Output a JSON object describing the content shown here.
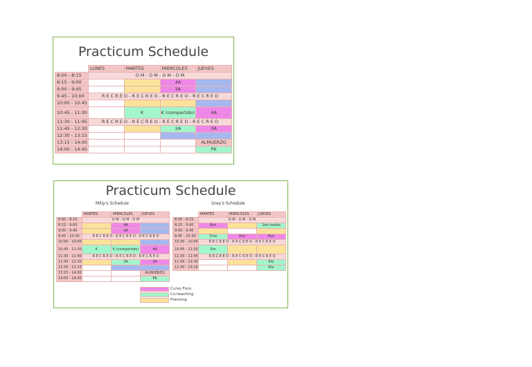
{
  "colors": {
    "header": "#f3c6c6",
    "time": "#f3c6c6",
    "recreo": "#f7d9d9",
    "magenta": "#ee88e6",
    "blue": "#a6b8f0",
    "yellow": "#fbe29a",
    "mint": "#a3f5cc",
    "almuerzo": "#f3c6c6",
    "white": "#ffffff",
    "border": "#7fb24f"
  },
  "slide1": {
    "title": "Practicum Schedule",
    "rows": [
      {
        "cells": [
          {
            "t": "",
            "c": "white",
            "cls": "blank"
          },
          {
            "t": "LUNES",
            "c": "header",
            "cls": "hdr"
          },
          {
            "t": "MARTES",
            "c": "header",
            "cls": "hdr"
          },
          {
            "t": "MIERCOLES",
            "c": "header",
            "cls": "hdr"
          },
          {
            "t": "JUEVES",
            "c": "header",
            "cls": "hdr"
          }
        ]
      },
      {
        "cells": [
          {
            "t": "8:00 - 8:15",
            "c": "time",
            "cls": "time"
          },
          {
            "t": "O M     -     O M     -     O M     -     O M",
            "c": "recreo",
            "span": 4
          }
        ]
      },
      {
        "cells": [
          {
            "t": "8:15 - 9:00",
            "c": "time",
            "cls": "time"
          },
          {
            "t": "",
            "c": "white"
          },
          {
            "t": "",
            "c": "yellow"
          },
          {
            "t": "4A",
            "c": "magenta"
          },
          {
            "t": "",
            "c": "blue"
          }
        ]
      },
      {
        "cells": [
          {
            "t": "9:00 - 9:45",
            "c": "time",
            "cls": "time"
          },
          {
            "t": "",
            "c": "white"
          },
          {
            "t": "",
            "c": "yellow"
          },
          {
            "t": "3A",
            "c": "magenta"
          },
          {
            "t": "",
            "c": "blue"
          }
        ]
      },
      {
        "cells": [
          {
            "t": "9:45 - 10:00",
            "c": "time",
            "cls": "time"
          },
          {
            "t": "R E C R E O   -   R E C R E O   -   R E C R E O   -   R E C R E O",
            "c": "recreo",
            "span": 4
          }
        ]
      },
      {
        "cells": [
          {
            "t": "10:00 - 10:45",
            "c": "time",
            "cls": "time"
          },
          {
            "t": "",
            "c": "white"
          },
          {
            "t": "",
            "c": "yellow"
          },
          {
            "t": "",
            "c": "yellow"
          },
          {
            "t": "",
            "c": "blue"
          }
        ]
      },
      {
        "tall": true,
        "cells": [
          {
            "t": "10:45 - 11:30",
            "c": "time",
            "cls": "time"
          },
          {
            "t": "",
            "c": "white"
          },
          {
            "t": "K",
            "c": "mint"
          },
          {
            "t": "K (compartido)",
            "c": "mint"
          },
          {
            "t": "4A",
            "c": "magenta"
          }
        ]
      },
      {
        "cells": [
          {
            "t": "11:30 - 11:45",
            "c": "time",
            "cls": "time"
          },
          {
            "t": "R E C R E O   -   R E C R E O   -   R E C R E O   -   R E C R E O",
            "c": "recreo",
            "span": 4
          }
        ]
      },
      {
        "cells": [
          {
            "t": "11:45 - 12:30",
            "c": "time",
            "cls": "time"
          },
          {
            "t": "",
            "c": "white"
          },
          {
            "t": "",
            "c": "yellow"
          },
          {
            "t": "2A",
            "c": "mint"
          },
          {
            "t": "3A",
            "c": "magenta"
          }
        ]
      },
      {
        "cells": [
          {
            "t": "12:30 - 13:15",
            "c": "time",
            "cls": "time"
          },
          {
            "t": "",
            "c": "white"
          },
          {
            "t": "",
            "c": "white"
          },
          {
            "t": "",
            "c": "blue"
          },
          {
            "t": "",
            "c": "blue"
          }
        ]
      },
      {
        "cells": [
          {
            "t": "13:15 - 14:00",
            "c": "time",
            "cls": "time"
          },
          {
            "t": "",
            "c": "white"
          },
          {
            "t": "",
            "c": "white"
          },
          {
            "t": "",
            "c": "white"
          },
          {
            "t": "ALMUERZO",
            "c": "almuerzo"
          }
        ]
      },
      {
        "cells": [
          {
            "t": "14:00 - 14:45",
            "c": "time",
            "cls": "time"
          },
          {
            "t": "",
            "c": "white"
          },
          {
            "t": "",
            "c": "white"
          },
          {
            "t": "",
            "c": "white"
          },
          {
            "t": "PK",
            "c": "mint"
          }
        ]
      }
    ]
  },
  "slide2": {
    "title": "Practicum Schedule",
    "milly": {
      "subtitle": "Milly's Schedule",
      "rows": [
        {
          "cells": [
            {
              "t": "",
              "c": "white",
              "cls": "blank"
            },
            {
              "t": "MARTES",
              "c": "header",
              "cls": "hdr"
            },
            {
              "t": "MIERCOLES",
              "c": "header",
              "cls": "hdr"
            },
            {
              "t": "JUEVES",
              "c": "header",
              "cls": "hdr"
            }
          ]
        },
        {
          "cells": [
            {
              "t": "8:00 - 8:15",
              "c": "time",
              "cls": "time"
            },
            {
              "t": "O M     -     O M     -     O M",
              "c": "recreo",
              "span": 3
            }
          ]
        },
        {
          "cells": [
            {
              "t": "8:15 - 9:00",
              "c": "time",
              "cls": "time"
            },
            {
              "t": "",
              "c": "yellow"
            },
            {
              "t": "4A",
              "c": "magenta"
            },
            {
              "t": "",
              "c": "blue"
            }
          ]
        },
        {
          "cells": [
            {
              "t": "9:00 - 9:45",
              "c": "time",
              "cls": "time"
            },
            {
              "t": "",
              "c": "yellow"
            },
            {
              "t": "3A",
              "c": "magenta"
            },
            {
              "t": "",
              "c": "blue"
            }
          ]
        },
        {
          "cells": [
            {
              "t": "9:45 - 10:30",
              "c": "time",
              "cls": "time"
            },
            {
              "t": "R E C R E O   -   R E C R E O   -   R E C R E O",
              "c": "recreo",
              "span": 3
            }
          ]
        },
        {
          "cells": [
            {
              "t": "10:00 - 10:45",
              "c": "time",
              "cls": "time"
            },
            {
              "t": "",
              "c": "yellow"
            },
            {
              "t": "",
              "c": "yellow"
            },
            {
              "t": "",
              "c": "blue"
            }
          ]
        },
        {
          "tall": true,
          "cells": [
            {
              "t": "10:45 - 11:30",
              "c": "time",
              "cls": "time"
            },
            {
              "t": "K",
              "c": "mint"
            },
            {
              "t": "K (compartido)",
              "c": "mint"
            },
            {
              "t": "4A",
              "c": "magenta"
            }
          ]
        },
        {
          "cells": [
            {
              "t": "11:30 - 11:45",
              "c": "time",
              "cls": "time"
            },
            {
              "t": "R E C R E O   -   R E C R E O   -   R E C R E O",
              "c": "recreo",
              "span": 3
            }
          ]
        },
        {
          "cells": [
            {
              "t": "11:45 - 12:30",
              "c": "time",
              "cls": "time"
            },
            {
              "t": "",
              "c": "yellow"
            },
            {
              "t": "2A",
              "c": "mint"
            },
            {
              "t": "3A",
              "c": "magenta"
            }
          ]
        },
        {
          "cells": [
            {
              "t": "12:30 - 13:15",
              "c": "time",
              "cls": "time"
            },
            {
              "t": "",
              "c": "white"
            },
            {
              "t": "",
              "c": "blue"
            },
            {
              "t": "",
              "c": "blue"
            }
          ]
        },
        {
          "cells": [
            {
              "t": "13:15 - 14:00",
              "c": "time",
              "cls": "time"
            },
            {
              "t": "",
              "c": "white"
            },
            {
              "t": "",
              "c": "white"
            },
            {
              "t": "ALMUERZO",
              "c": "almuerzo"
            }
          ]
        },
        {
          "cells": [
            {
              "t": "14:00 - 14:45",
              "c": "time",
              "cls": "time"
            },
            {
              "t": "",
              "c": "white"
            },
            {
              "t": "",
              "c": "white"
            },
            {
              "t": "PK",
              "c": "mint"
            }
          ]
        }
      ]
    },
    "grey": {
      "subtitle": "Grey's Schedule",
      "rows": [
        {
          "cells": [
            {
              "t": "",
              "c": "white",
              "cls": "blank"
            },
            {
              "t": "MARTES",
              "c": "header",
              "cls": "hdr"
            },
            {
              "t": "MIERCOLES",
              "c": "header",
              "cls": "hdr"
            },
            {
              "t": "JUEVES",
              "c": "header",
              "cls": "hdr"
            }
          ]
        },
        {
          "cells": [
            {
              "t": "8:00 - 8:15",
              "c": "time",
              "cls": "time"
            },
            {
              "t": "O M     -     O M     -     O M",
              "c": "recreo",
              "span": 3
            }
          ]
        },
        {
          "cells": [
            {
              "t": "8:15 - 9:00",
              "c": "time",
              "cls": "time"
            },
            {
              "t": "8vo",
              "c": "magenta"
            },
            {
              "t": "",
              "c": "yellow"
            },
            {
              "t": "2do medio",
              "c": "mint"
            }
          ]
        },
        {
          "cells": [
            {
              "t": "9:00 - 9:45",
              "c": "time",
              "cls": "time"
            },
            {
              "t": "",
              "c": "yellow"
            },
            {
              "t": "",
              "c": "white"
            },
            {
              "t": "",
              "c": "yellow"
            }
          ]
        },
        {
          "cells": [
            {
              "t": "9:45 - 10:30",
              "c": "time",
              "cls": "time"
            },
            {
              "t": "7mo",
              "c": "mint"
            },
            {
              "t": "8vo",
              "c": "magenta"
            },
            {
              "t": "8vo",
              "c": "magenta"
            }
          ]
        },
        {
          "cells": [
            {
              "t": "10:30 - 10:45",
              "c": "time",
              "cls": "time"
            },
            {
              "t": "R E C R E O   -   R E C R E O   -   R E C R E O",
              "c": "recreo",
              "span": 3
            }
          ]
        },
        {
          "tall": true,
          "cells": [
            {
              "t": "10:45 - 11:30",
              "c": "time",
              "cls": "time"
            },
            {
              "t": "5to",
              "c": "mint"
            },
            {
              "t": "",
              "c": "yellow"
            },
            {
              "t": "",
              "c": "yellow"
            }
          ]
        },
        {
          "cells": [
            {
              "t": "11:30 - 11:45",
              "c": "time",
              "cls": "time"
            },
            {
              "t": "R E C R E O   -   R E C R E O   -   R E C R E O",
              "c": "recreo",
              "span": 3
            }
          ]
        },
        {
          "cells": [
            {
              "t": "11:45 - 12:30",
              "c": "time",
              "cls": "time"
            },
            {
              "t": "",
              "c": "white"
            },
            {
              "t": "",
              "c": "yellow"
            },
            {
              "t": "6to",
              "c": "mint"
            }
          ]
        },
        {
          "cells": [
            {
              "t": "12:30 - 13:15",
              "c": "time",
              "cls": "time"
            },
            {
              "t": "",
              "c": "white"
            },
            {
              "t": "",
              "c": "white"
            },
            {
              "t": "6to",
              "c": "mint"
            }
          ]
        }
      ]
    },
    "legend": [
      {
        "label": "Curso Foco",
        "c": "magenta"
      },
      {
        "label": "Co-teaching",
        "c": "mint"
      },
      {
        "label": "Planning",
        "c": "yellow"
      }
    ]
  }
}
